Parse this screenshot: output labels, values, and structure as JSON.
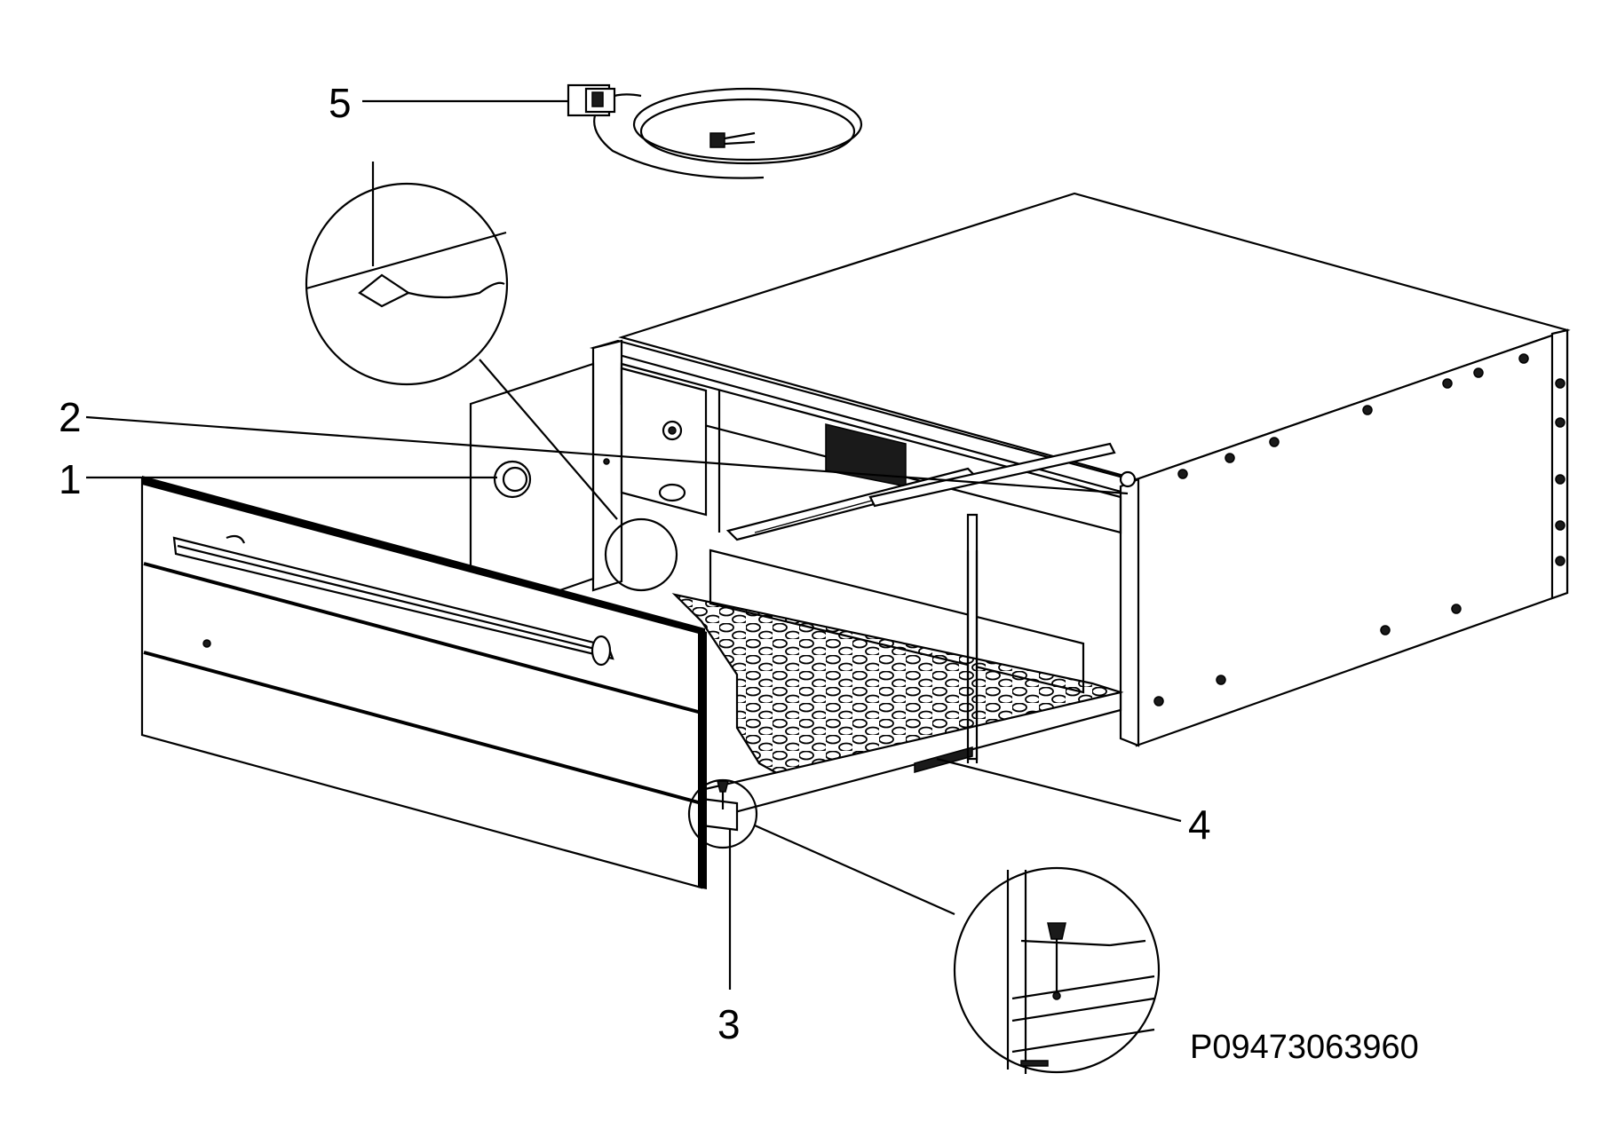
{
  "callouts": {
    "c1": "1",
    "c2": "2",
    "c3": "3",
    "c4": "4",
    "c5": "5"
  },
  "part_code": "P09473063960",
  "colors": {
    "line": "#000000",
    "background": "#ffffff"
  }
}
